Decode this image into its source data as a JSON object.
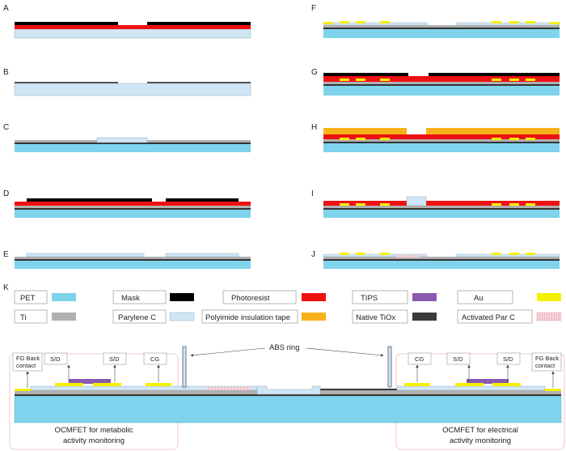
{
  "colors": {
    "pet": "#7fd3ec",
    "mask": "#000000",
    "photoresist": "#ee1111",
    "tips": "#8a5ab0",
    "au": "#f5f000",
    "ti": "#b0b0b0",
    "parylene": "#cfe6f5",
    "polyimide": "#f7b21a",
    "tiox": "#3b3b3b",
    "activated": "#f6d6dc",
    "box_stroke": "#f0b8c2"
  },
  "panels": {
    "A": "A",
    "B": "B",
    "C": "C",
    "D": "D",
    "E": "E",
    "F": "F",
    "G": "G",
    "H": "H",
    "I": "I",
    "J": "J",
    "K": "K"
  },
  "legend": {
    "pet": "PET",
    "mask": "Mask",
    "photoresist": "Photoresist",
    "tips": "TIPS",
    "au": "Au",
    "ti": "Ti",
    "parylene": "Parylene C",
    "polyimide": "Polyimide insulation tape",
    "tiox": "Native TiOx",
    "activated": "Activated Par C"
  },
  "device": {
    "abs_ring": "ABS ring",
    "fg_back_left": [
      "FG Back",
      "contact"
    ],
    "fg_back_right": [
      "FG Back",
      "contact"
    ],
    "sd": "S/D",
    "cg": "CG",
    "left_caption": [
      "OCMFET for metabolic",
      "activity monitoring"
    ],
    "right_caption": [
      "OCMFET for electrical",
      "activity monitoring"
    ]
  }
}
